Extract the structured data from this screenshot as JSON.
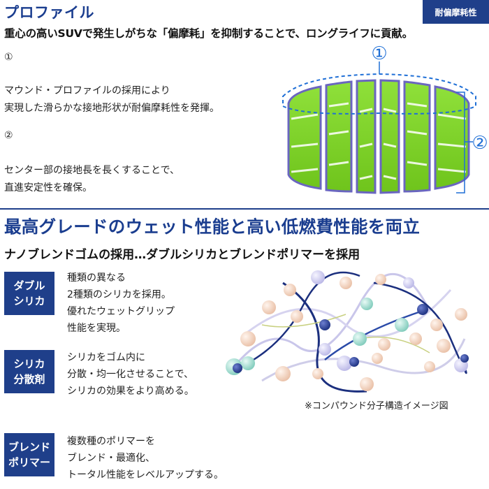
{
  "profile": {
    "title": "プロファイル",
    "badge": "耐偏摩耗性",
    "lead": "重心の高いSUVで発生しがちな「偏摩耗」を抑制することで、ロングライフに貢献。",
    "points": [
      {
        "num": "①",
        "lines": [
          "マウンド・プロファイルの採用により",
          "実現した滑らかな接地形状が耐偏摩耗性を発揮。"
        ]
      },
      {
        "num": "②",
        "lines": [
          "センター部の接地長を長くすることで、",
          "直進安定性を確保。"
        ]
      }
    ],
    "figure": {
      "label_1": "①",
      "label_2": "②"
    }
  },
  "wet": {
    "title": "最高グレードのウェット性能と高い低燃費性能を両立",
    "subtitle": "ナノブレンドゴムの採用…ダブルシリカとブレンドポリマーを採用",
    "features": [
      {
        "tag_lines": [
          "ダブル",
          "シリカ"
        ],
        "lines": [
          "種類の異なる",
          "2種類のシリカを採用。",
          "優れたウェットグリップ",
          "性能を実現。"
        ]
      },
      {
        "tag_lines": [
          "シリカ",
          "分散剤"
        ],
        "lines": [
          "シリカをゴム内に",
          "分散・均一化させることで、",
          "シリカの効果をより高める。"
        ]
      },
      {
        "tag_lines": [
          "ブレンド",
          "ポリマー"
        ],
        "lines": [
          "複数種のポリマーを",
          "ブレンド・最適化、",
          "トータル性能をレベルアップする。"
        ]
      }
    ],
    "caption": "※コンパウンド分子構造イメージ図"
  },
  "colors": {
    "brand_blue": "#1f3f8a",
    "title_blue": "#1a3d8f",
    "tread_green": "#7ed321",
    "molecule_teal": "#9fd8cc",
    "molecule_peach": "#f3d2bd",
    "chain_navy": "#1b2f7e"
  }
}
